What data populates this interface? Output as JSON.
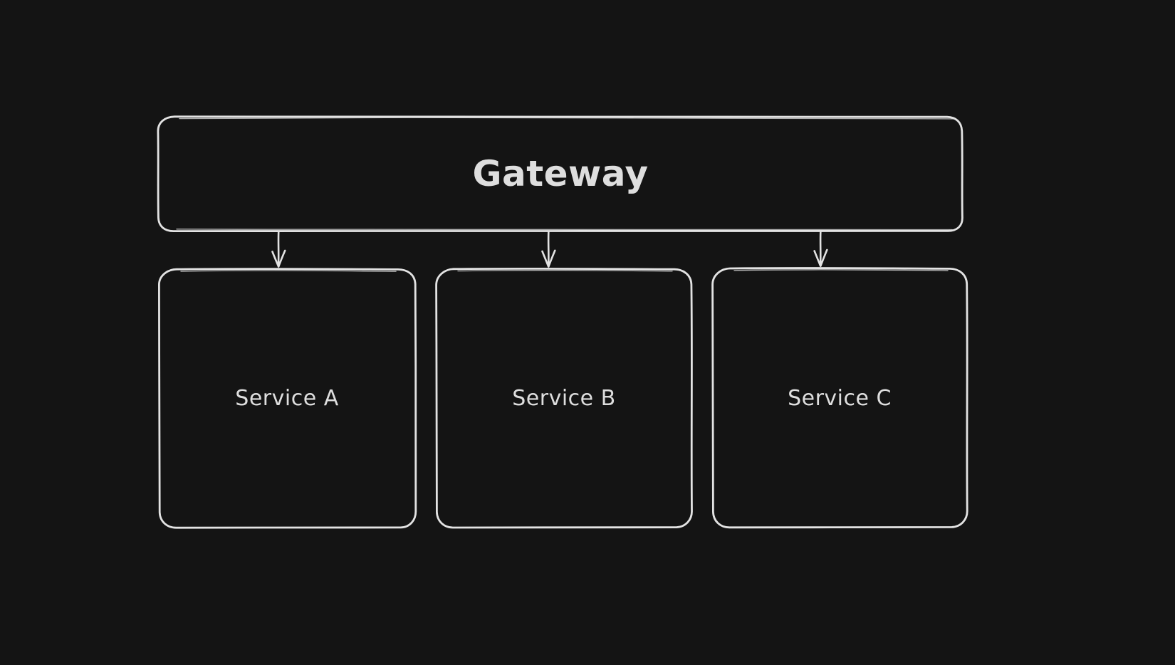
{
  "diagram": {
    "type": "flowchart",
    "colors": {
      "background": "#141414",
      "stroke": "#e3e3e3",
      "text": "#dedede"
    },
    "nodes": {
      "gateway": {
        "label": "Gateway"
      },
      "service_a": {
        "label": "Service A"
      },
      "service_b": {
        "label": "Service B"
      },
      "service_c": {
        "label": "Service C"
      }
    },
    "edges": [
      {
        "from": "Gateway",
        "to": "Service A",
        "style": "arrow-down"
      },
      {
        "from": "Gateway",
        "to": "Service B",
        "style": "arrow-down"
      },
      {
        "from": "Gateway",
        "to": "Service C",
        "style": "arrow-down"
      }
    ]
  }
}
